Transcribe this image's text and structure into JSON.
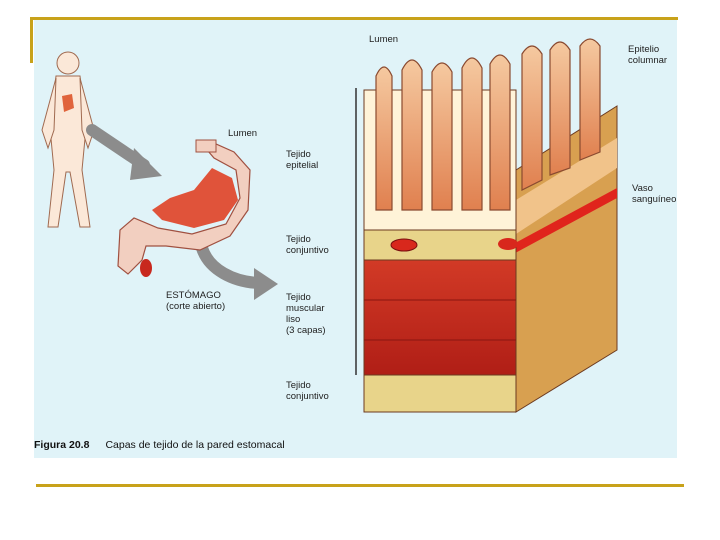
{
  "figure": {
    "caption": {
      "number": "Figura 20.8",
      "text": "Capas de tejido de la pared estomacal"
    },
    "labels": {
      "lumen_top": "Lumen",
      "epitelio": "Epitelio\ncolumnar",
      "vaso": "Vaso\nsanguíneo",
      "lumen_stomach": "Lumen",
      "tejido_epitelial": "Tejido\nepitelial",
      "tejido_conjuntivo_1": "Tejido\nconjuntivo",
      "tejido_muscular": "Tejido\nmuscular\nliso\n(3 capas)",
      "tejido_conjuntivo_2": "Tejido\nconjuntivo",
      "estomago": "ESTÓMAGO\n(corte abierto)"
    },
    "colors": {
      "background": "#e0f3f8",
      "accent_line": "#c8a21a",
      "muscle": "#c8281e",
      "epithelium": "#e58a5a",
      "connective": "#e8d48a",
      "arrow": "#8c8c8c"
    }
  }
}
